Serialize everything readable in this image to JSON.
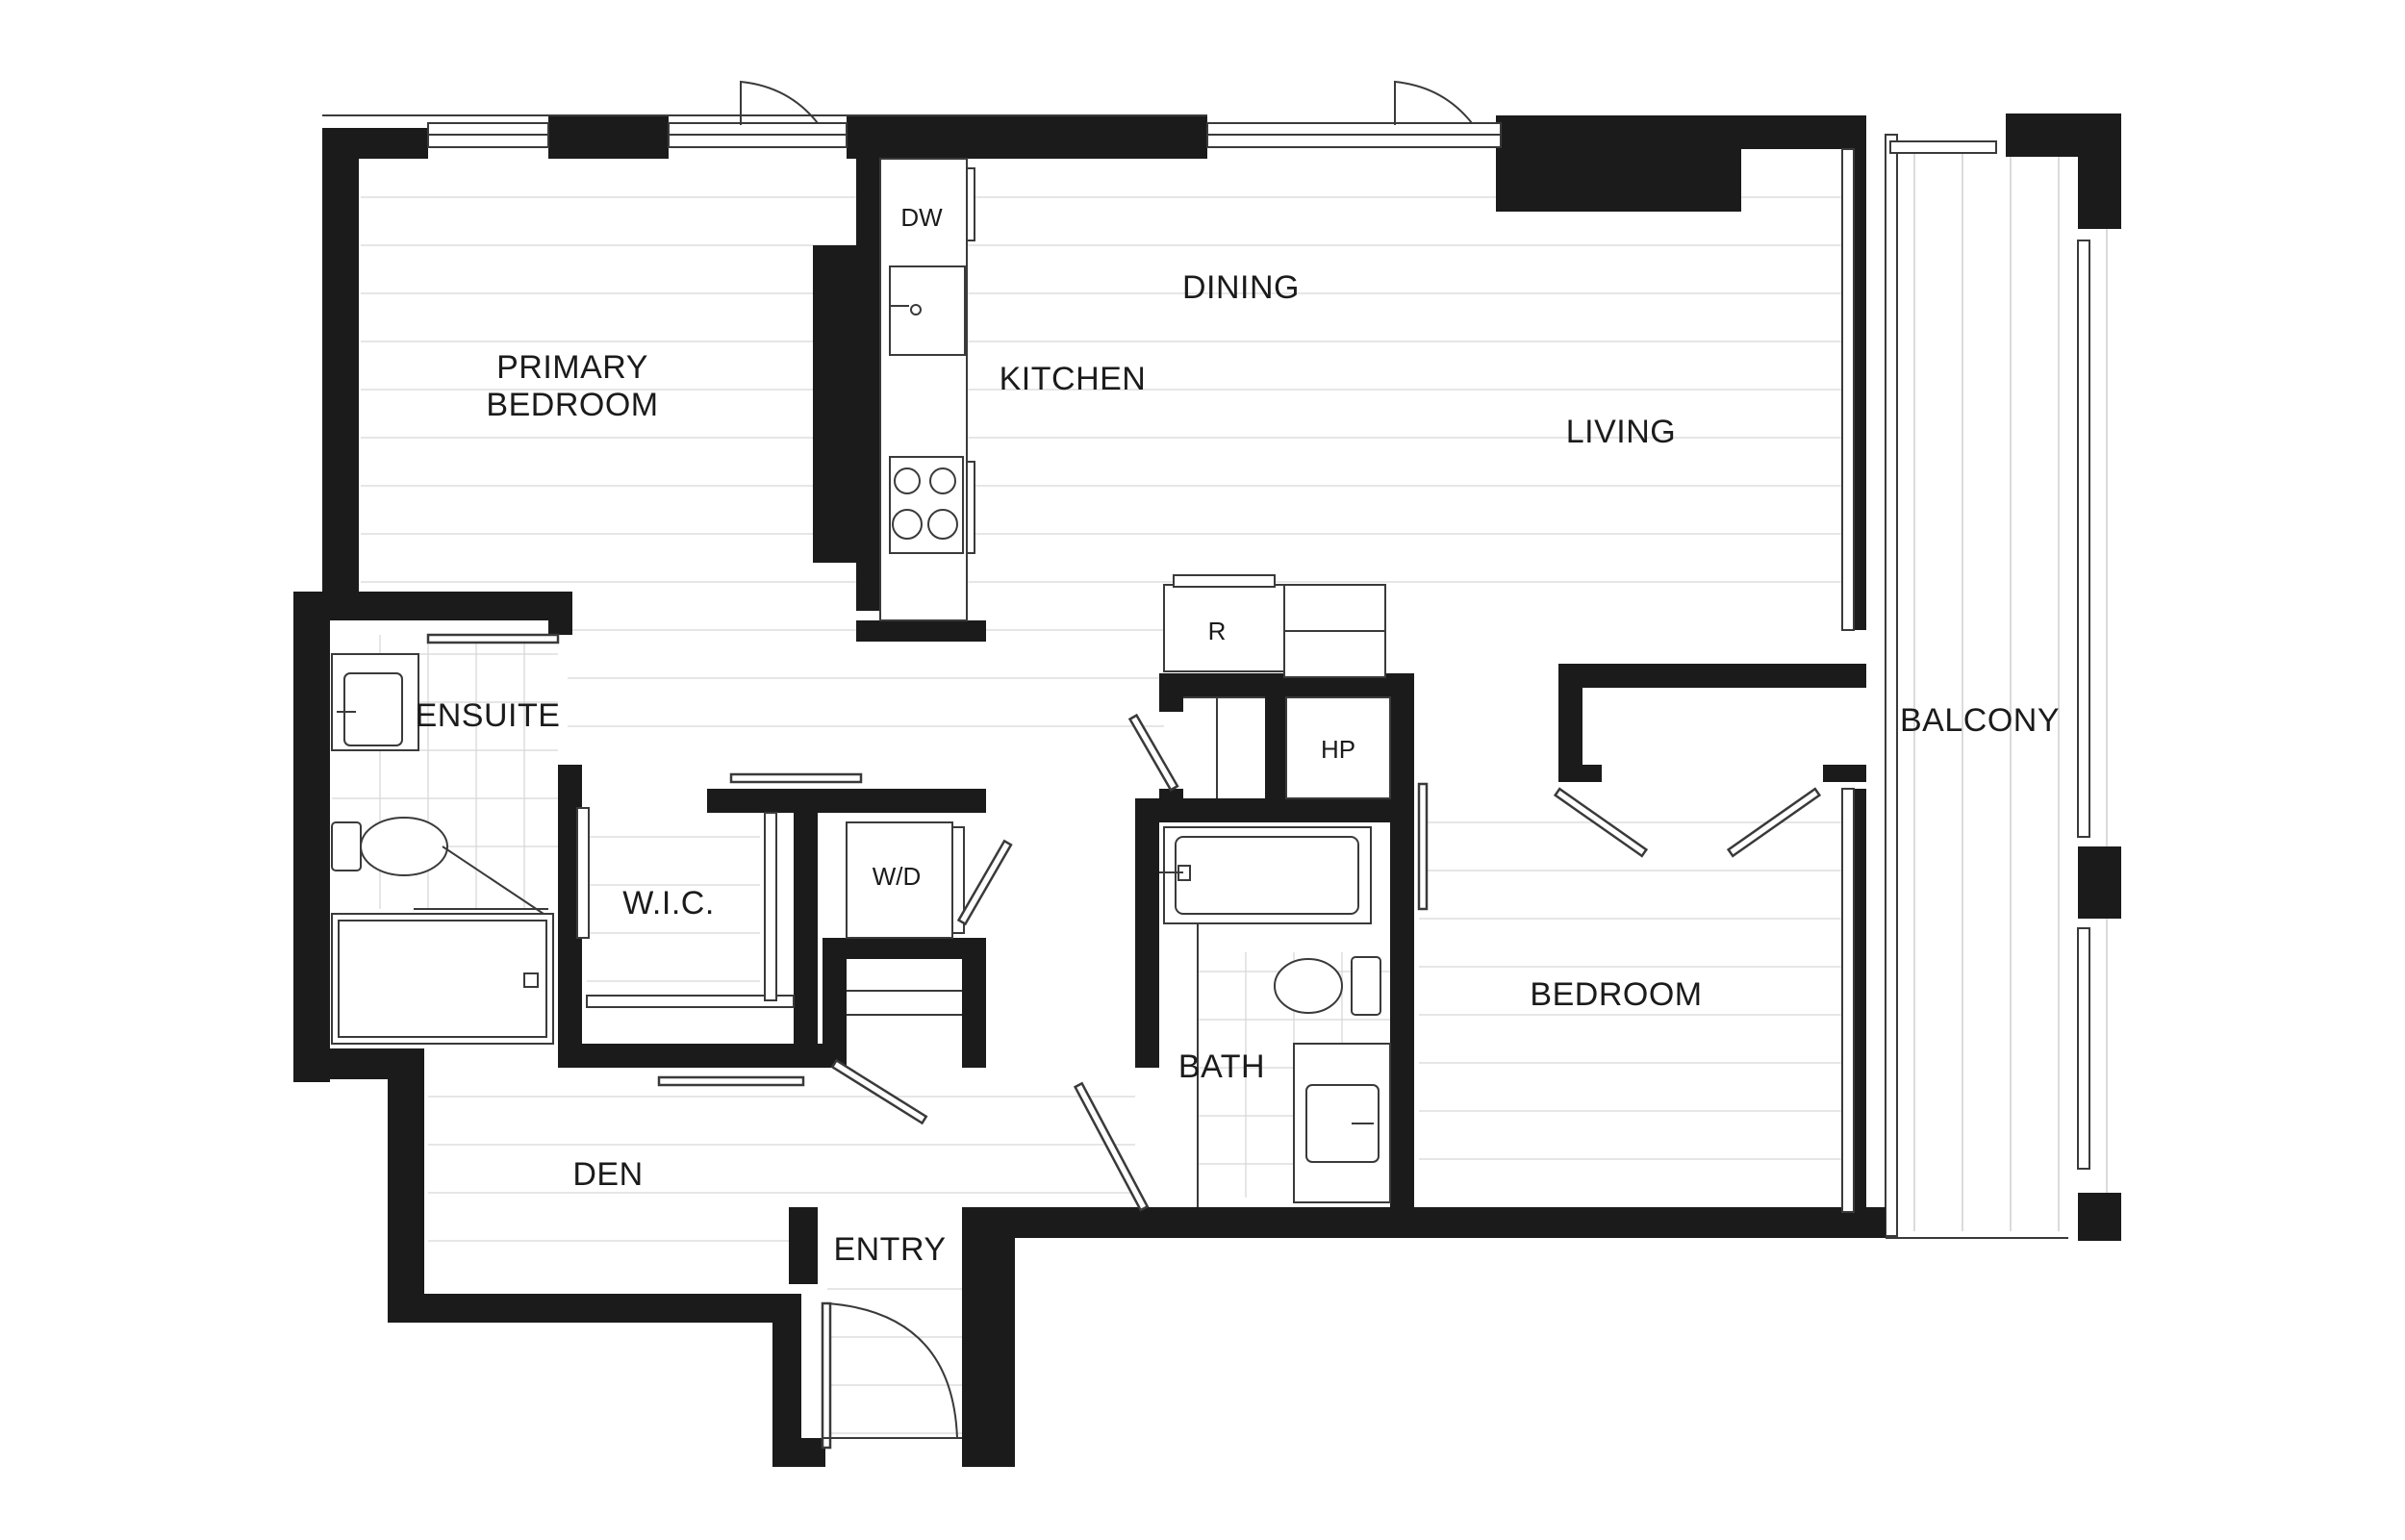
{
  "rooms": {
    "primary_bedroom": [
      "PRIMARY",
      "BEDROOM"
    ],
    "kitchen": "KITCHEN",
    "dining": "DINING",
    "living": "LIVING",
    "ensuite": "ENSUITE",
    "wic": "W.I.C.",
    "bath": "BATH",
    "bedroom": "BEDROOM",
    "balcony": "BALCONY",
    "den": "DEN",
    "entry": "ENTRY"
  },
  "appliances": {
    "dishwasher": "DW",
    "refrigerator": "R",
    "heat_pump": "HP",
    "washer_dryer": "W/D"
  },
  "colors": {
    "wall": "#1b1b1b",
    "background": "#ffffff",
    "floor_lines": "#d6d6d6"
  }
}
